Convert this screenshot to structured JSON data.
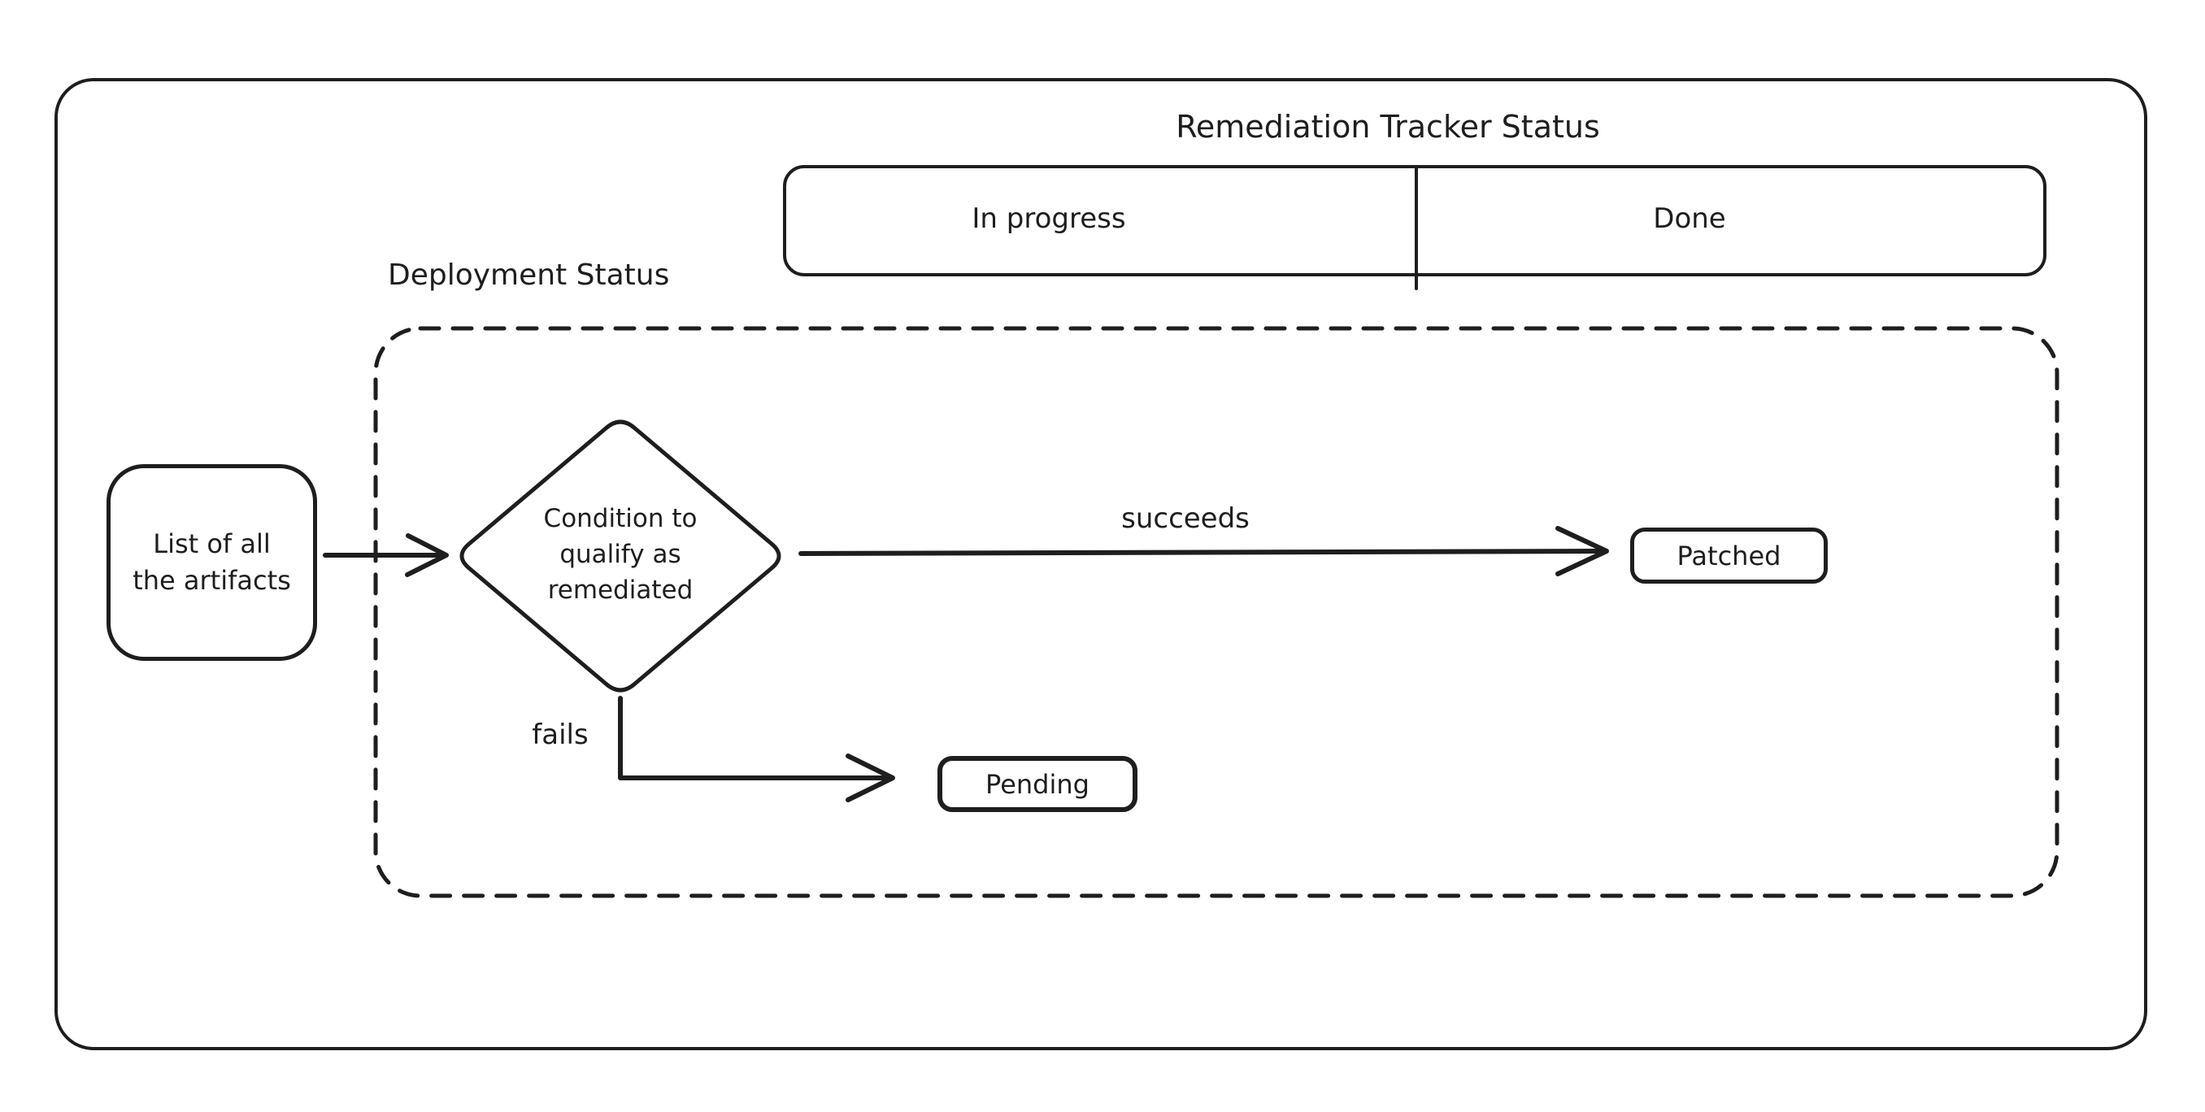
{
  "title": "Remediation Tracker Status",
  "tracker": {
    "in_progress": "In progress",
    "done": "Done"
  },
  "deployment_label": "Deployment Status",
  "nodes": {
    "artifacts_line1": "List of all",
    "artifacts_line2": "the artifacts",
    "condition_line1": "Condition to",
    "condition_line2": "qualify as",
    "condition_line3": "remediated",
    "patched": "Patched",
    "pending": "Pending"
  },
  "edges": {
    "succeeds": "succeeds",
    "fails": "fails"
  },
  "colors": {
    "stroke": "#1e1e1e",
    "background": "#ffffff"
  }
}
